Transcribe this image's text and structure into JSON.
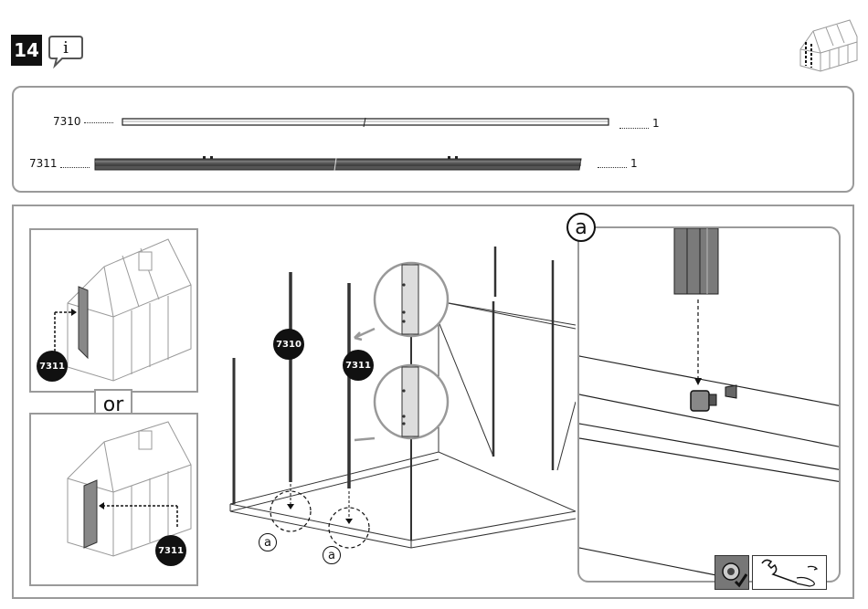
{
  "step": {
    "number": "14",
    "info_icon": "info-icon"
  },
  "header": {
    "overview_icon": "greenhouse-overview-icon"
  },
  "parts": [
    {
      "code": "7310",
      "qty": "1"
    },
    {
      "code": "7311",
      "qty": "1"
    }
  ],
  "callouts": {
    "top_tag": "7311",
    "or_label": "or",
    "bottom_tag": "7311"
  },
  "main": {
    "tag_a": "7310",
    "tag_b": "7311",
    "detail_marker_1": "a",
    "detail_marker_2": "a"
  },
  "detail": {
    "label": "a",
    "tool_icon": "wrench-icon",
    "fastener_icon": "nut-icon"
  }
}
